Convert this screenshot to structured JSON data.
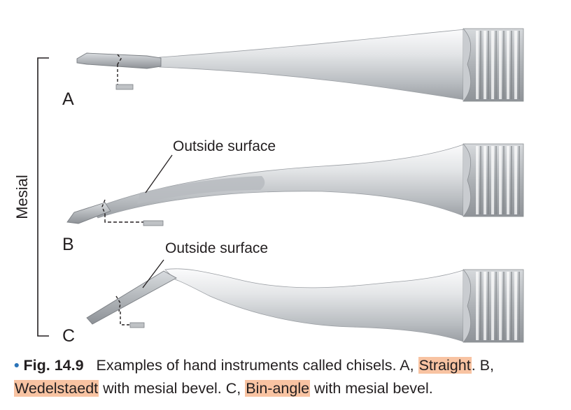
{
  "figure": {
    "axis_label": "Mesial",
    "instruments": [
      {
        "letter": "A"
      },
      {
        "letter": "B",
        "callout": "Outside surface"
      },
      {
        "letter": "C",
        "callout": "Outside surface"
      }
    ]
  },
  "caption": {
    "bullet": "•",
    "fig_number": "Fig. 14.9",
    "text_1": "Examples of hand instruments called chisels. A, ",
    "hl_1": "Straight",
    "text_2": ". B, ",
    "hl_2": "Wedelstaedt",
    "text_3": " with mesial bevel. C, ",
    "hl_3": "Bin-angle",
    "text_4": " with mesial bevel."
  },
  "colors": {
    "metal_light": "#eceeef",
    "metal_mid": "#c3c6c9",
    "metal_dark": "#8c9094",
    "highlight": "#f8c3a2",
    "bullet": "#2a73b8"
  }
}
